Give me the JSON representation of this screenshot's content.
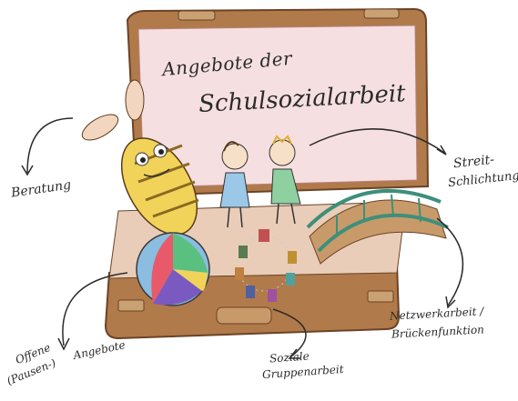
{
  "title": {
    "line1": "Angebote der",
    "line2": "Schulsozialarbeit"
  },
  "labels": {
    "beratung": "Beratung",
    "streit_line1": "Streit-",
    "streit_line2": "Schlichtung",
    "netzwerk_line1": "Netzwerkarbeit /",
    "netzwerk_line2": "Brückenfunktion",
    "soziale_line1": "Soziale",
    "soziale_line2": "Gruppenarbeit",
    "offene_line1": "Offene",
    "offene_line2": "(Pausen-)",
    "offene_line3": "Angebote"
  },
  "colors": {
    "suitcase_brown": "#b07a4a",
    "suitcase_lining": "#f6dfe0",
    "bunny_yellow": "#f2d35a",
    "bridge_green": "#3e8f7a",
    "bridge_wood": "#c89a6a"
  }
}
